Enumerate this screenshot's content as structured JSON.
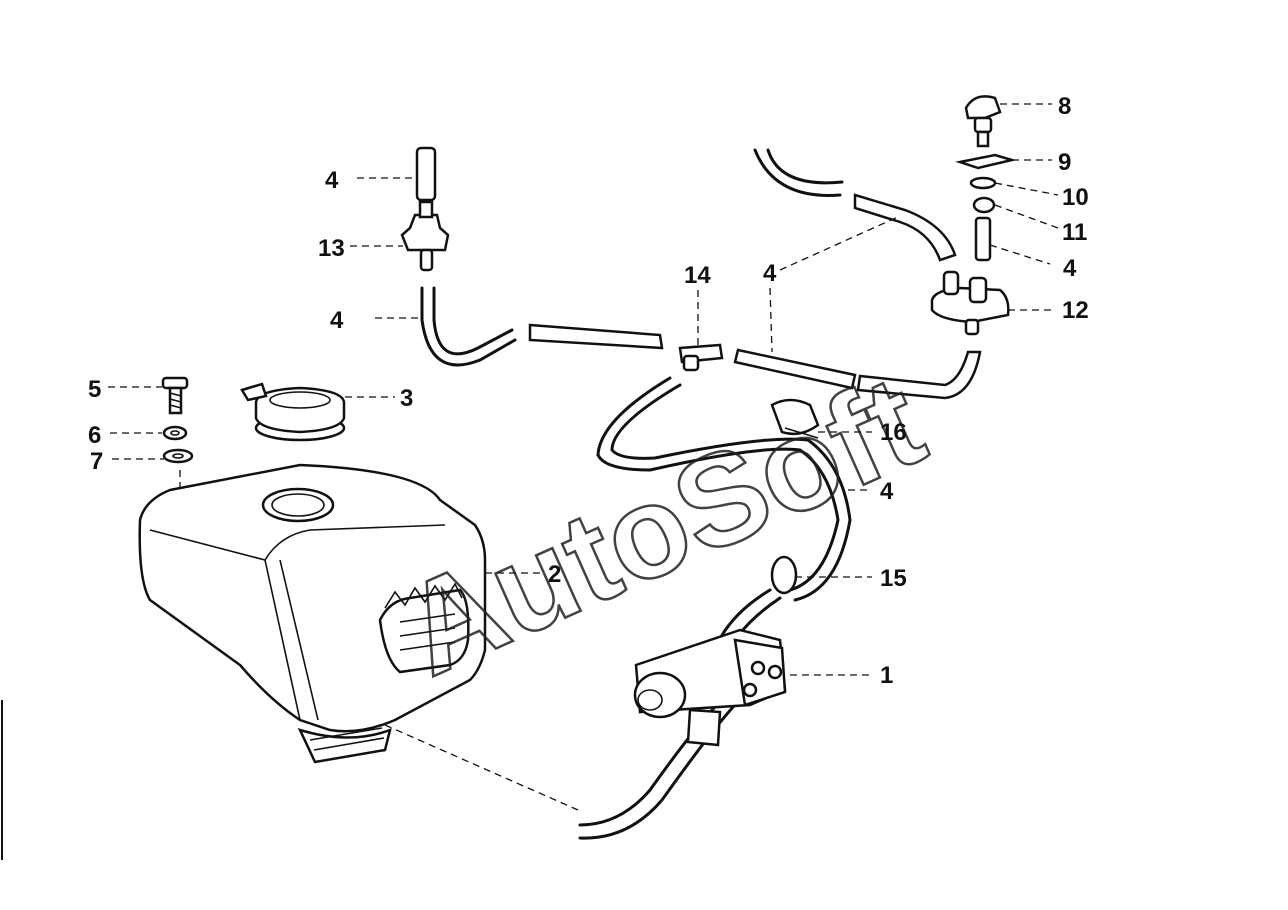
{
  "watermark": "AutoSoft",
  "callouts": [
    "1",
    "2",
    "3",
    "4",
    "4",
    "4",
    "4",
    "4",
    "4",
    "5",
    "6",
    "7",
    "8",
    "9",
    "10",
    "11",
    "12",
    "13",
    "14",
    "15",
    "16"
  ]
}
